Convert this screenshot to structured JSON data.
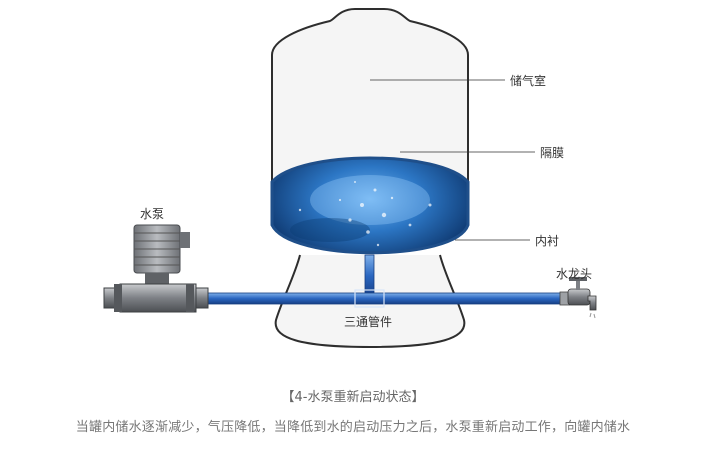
{
  "labels": {
    "air_chamber": "储气室",
    "diaphragm": "隔膜",
    "liner": "内衬",
    "pump": "水泵",
    "faucet": "水龙头",
    "tee_fitting": "三通管件"
  },
  "caption": {
    "title": "【4-水泵重新启动状态】",
    "body": "当罐内储水逐渐减少，气压降低，当降低到水的启动压力之后，水泵重新启动工作，向罐内储水"
  },
  "colors": {
    "tank_fill": "#f4f4f4",
    "tank_stroke": "#333333",
    "water_dark": "#0b3f7a",
    "water_light": "#5aa2e6",
    "pipe": "#2f6fc8",
    "pump_body": "#8a8d91"
  }
}
